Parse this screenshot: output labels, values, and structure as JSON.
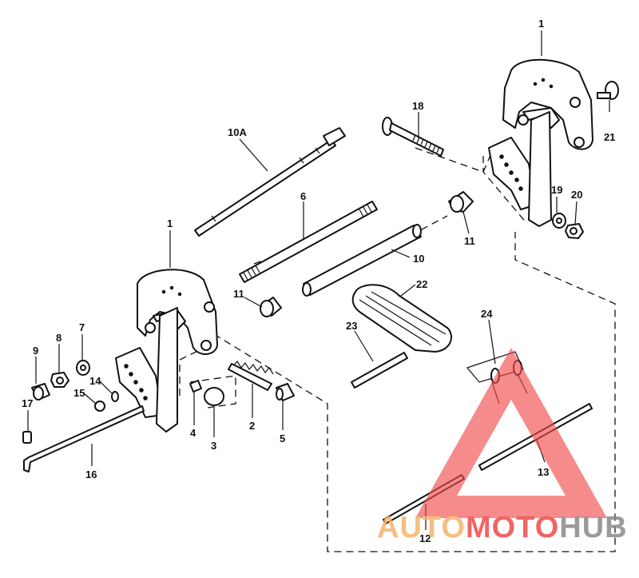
{
  "callouts": {
    "c1_top": "1",
    "c1_left": "1",
    "c2": "2",
    "c3": "3",
    "c4": "4",
    "c5": "5",
    "c6": "6",
    "c7": "7",
    "c8": "8",
    "c9": "9",
    "c10": "10",
    "c10a": "10A",
    "c11_left": "11",
    "c11_right": "11",
    "c12": "12",
    "c13": "13",
    "c14": "14",
    "c15": "15",
    "c16": "16",
    "c17": "17",
    "c18": "18",
    "c19": "19",
    "c20": "20",
    "c21": "21",
    "c22": "22",
    "c23": "23",
    "c24": "24"
  },
  "watermark": {
    "part1": "AUTO",
    "part2": "MOTO",
    "part3": "HUB",
    "color_red": "#ef4a4a",
    "color_orange": "#f6b36a",
    "color_gray": "#8a8a8a"
  }
}
